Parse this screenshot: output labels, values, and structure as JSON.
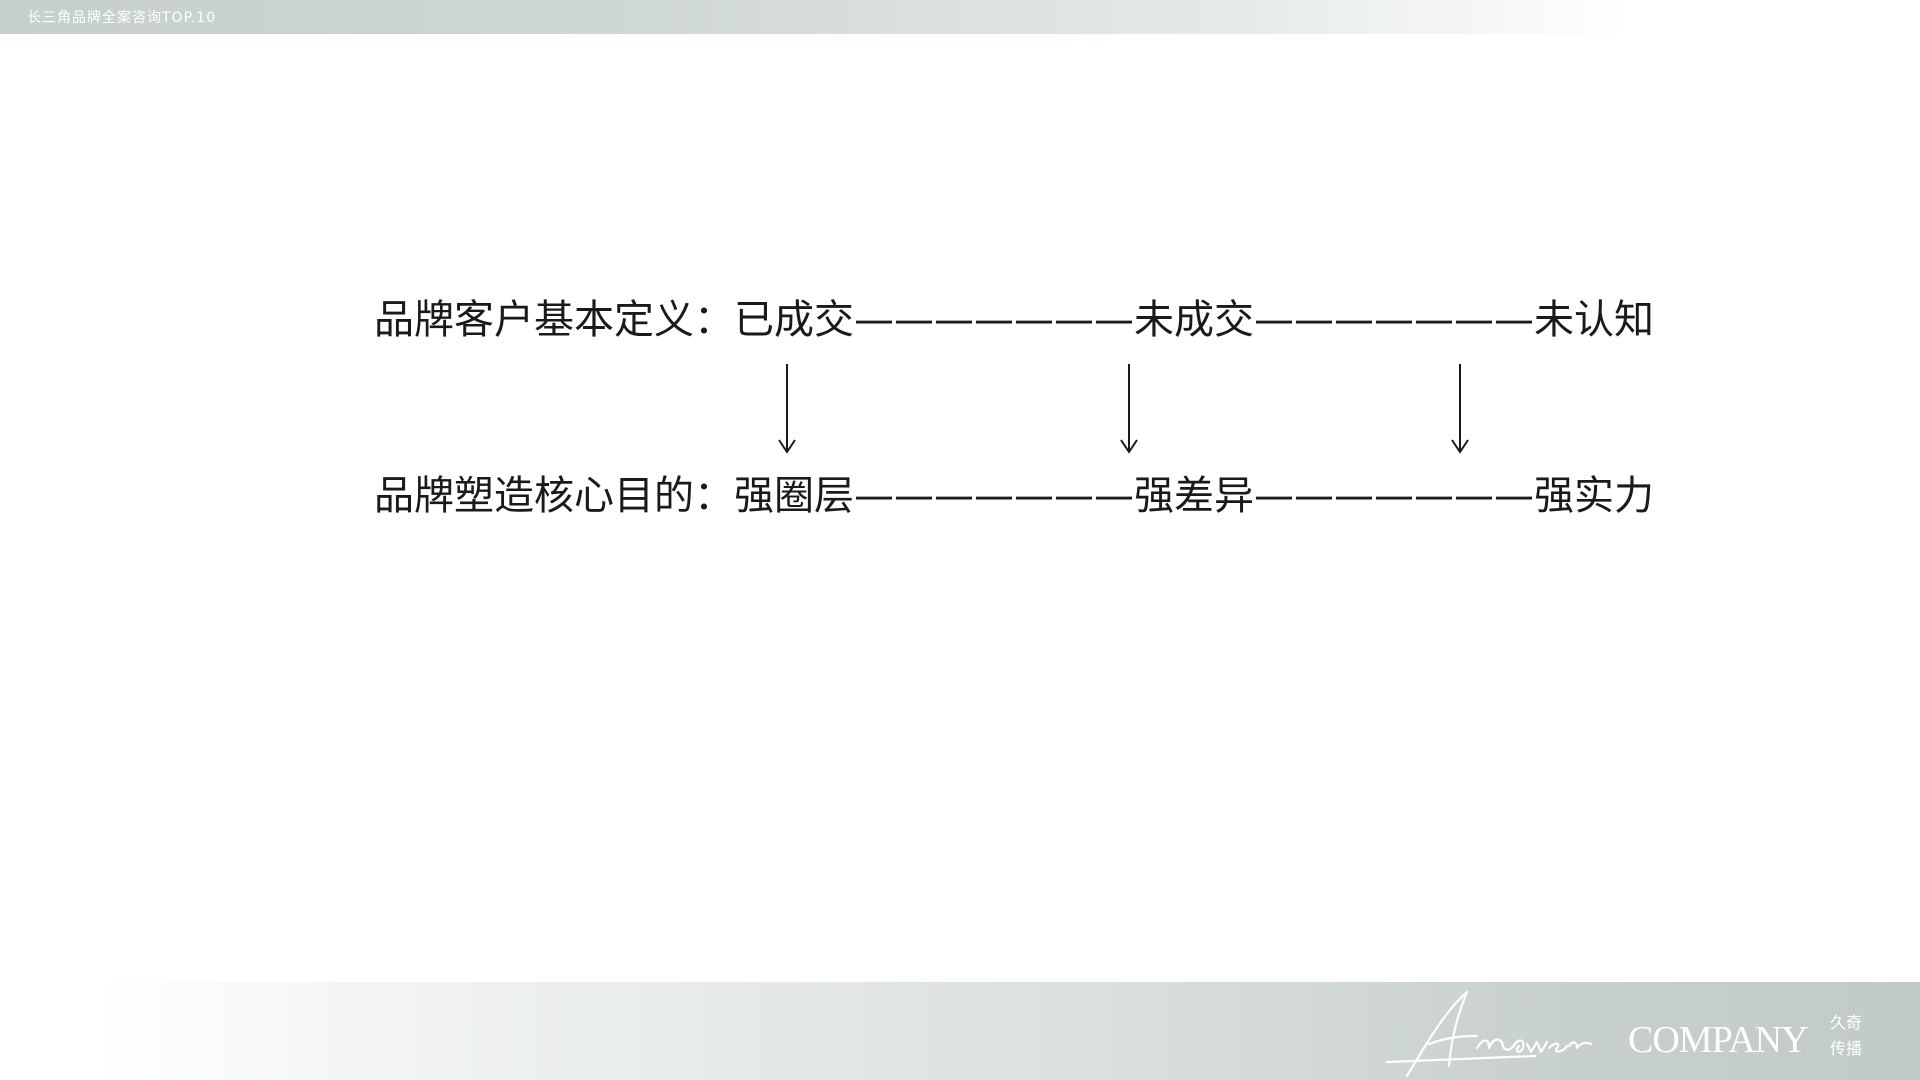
{
  "header": {
    "title": "长三角品牌全案咨询TOP.10"
  },
  "diagram": {
    "row1": {
      "label": "品牌客户基本定义：",
      "items": [
        "已成交",
        "未成交",
        "未认知"
      ],
      "connector": "———————"
    },
    "row2": {
      "label": "品牌塑造核心目的：",
      "items": [
        "强圈层",
        "强差异",
        "强实力"
      ],
      "connector": "———————"
    }
  },
  "footer": {
    "logo_script": "Answer",
    "logo_company": "COMPANY",
    "logo_cn_line1": "久奇",
    "logo_cn_line2": "传播"
  }
}
